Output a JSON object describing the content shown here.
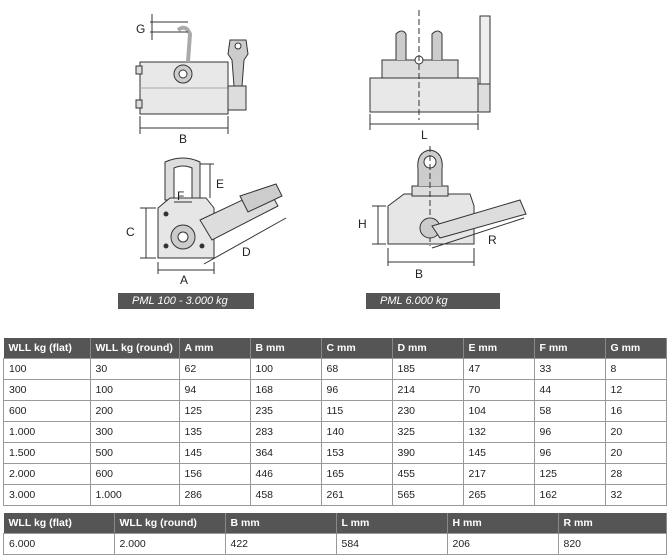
{
  "drawing_labels": {
    "g": "G",
    "b_top": "B",
    "l": "L",
    "e": "E",
    "f": "F",
    "c": "C",
    "d": "D",
    "a": "A",
    "h": "H",
    "r": "R",
    "b_bottom": "B"
  },
  "captions": {
    "pml_small": "PML 100 - 3.000 kg",
    "pml_large": "PML 6.000 kg"
  },
  "table1": {
    "headers": [
      "WLL kg (flat)",
      "WLL kg (round)",
      "A mm",
      "B mm",
      "C mm",
      "D mm",
      "E mm",
      "F mm",
      "G mm"
    ],
    "rows": [
      [
        "100",
        "30",
        "62",
        "100",
        "68",
        "185",
        "47",
        "33",
        "8"
      ],
      [
        "300",
        "100",
        "94",
        "168",
        "96",
        "214",
        "70",
        "44",
        "12"
      ],
      [
        "600",
        "200",
        "125",
        "235",
        "115",
        "230",
        "104",
        "58",
        "16"
      ],
      [
        "1.000",
        "300",
        "135",
        "283",
        "140",
        "325",
        "132",
        "96",
        "20"
      ],
      [
        "1.500",
        "500",
        "145",
        "364",
        "153",
        "390",
        "145",
        "96",
        "20"
      ],
      [
        "2.000",
        "600",
        "156",
        "446",
        "165",
        "455",
        "217",
        "125",
        "28"
      ],
      [
        "3.000",
        "1.000",
        "286",
        "458",
        "261",
        "565",
        "265",
        "162",
        "32"
      ]
    ]
  },
  "table2": {
    "headers": [
      "WLL kg (flat)",
      "WLL kg (round)",
      "B mm",
      "L mm",
      "H mm",
      "R mm"
    ],
    "rows": [
      [
        "6.000",
        "2.000",
        "422",
        "584",
        "206",
        "820"
      ]
    ]
  }
}
